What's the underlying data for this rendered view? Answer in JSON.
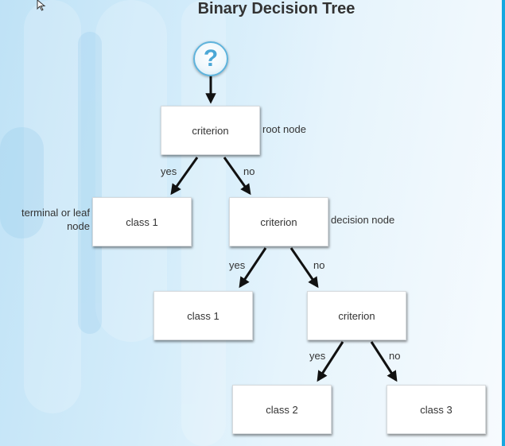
{
  "title": "Binary Decision Tree",
  "icons": {
    "start": "question-mark-icon",
    "cursor": "mouse-cursor-icon"
  },
  "colors": {
    "accent": "#4ba7d6",
    "edge": "#111111"
  },
  "nodes": {
    "root": "criterion",
    "leaf_left": "class 1",
    "decision_mid": "criterion",
    "leaf_mid": "class 1",
    "decision_low": "criterion",
    "leaf_class2": "class 2",
    "leaf_class3": "class 3"
  },
  "annotations": {
    "root_node": "root node",
    "decision_node": "decision node",
    "terminal_line1": "terminal or leaf",
    "terminal_line2": "node"
  },
  "edges": {
    "root_yes": "yes",
    "root_no": "no",
    "mid_yes": "yes",
    "mid_no": "no",
    "low_yes": "yes",
    "low_no": "no"
  }
}
